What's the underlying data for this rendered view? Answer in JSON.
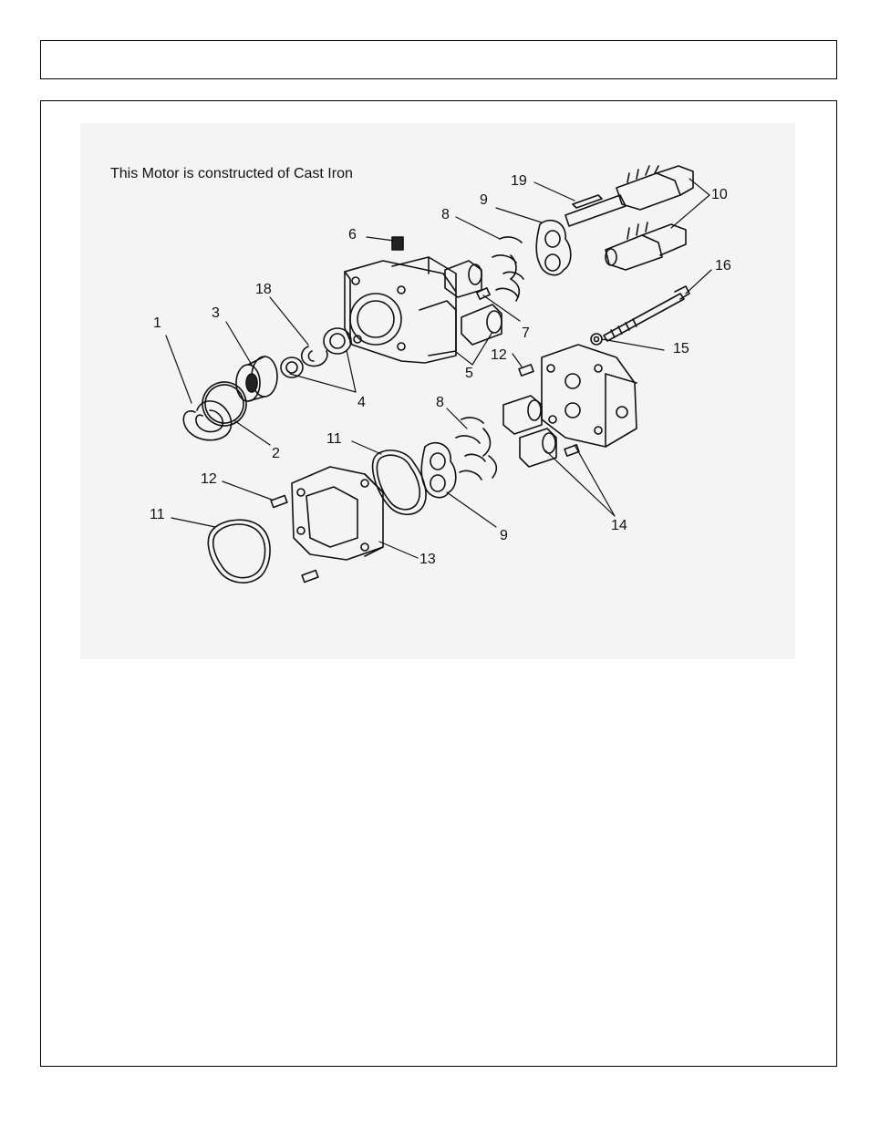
{
  "note": "This Motor is constructed of Cast Iron",
  "callouts": {
    "c1": "1",
    "c2": "2",
    "c3": "3",
    "c4": "4",
    "c5": "5",
    "c6": "6",
    "c7": "7",
    "c8a": "8",
    "c8b": "8",
    "c9a": "9",
    "c9b": "9",
    "c10": "10",
    "c11a": "11",
    "c11b": "11",
    "c12a": "12",
    "c12b": "12",
    "c13": "13",
    "c14": "14",
    "c15": "15",
    "c16": "16",
    "c18": "18",
    "c19": "19"
  }
}
